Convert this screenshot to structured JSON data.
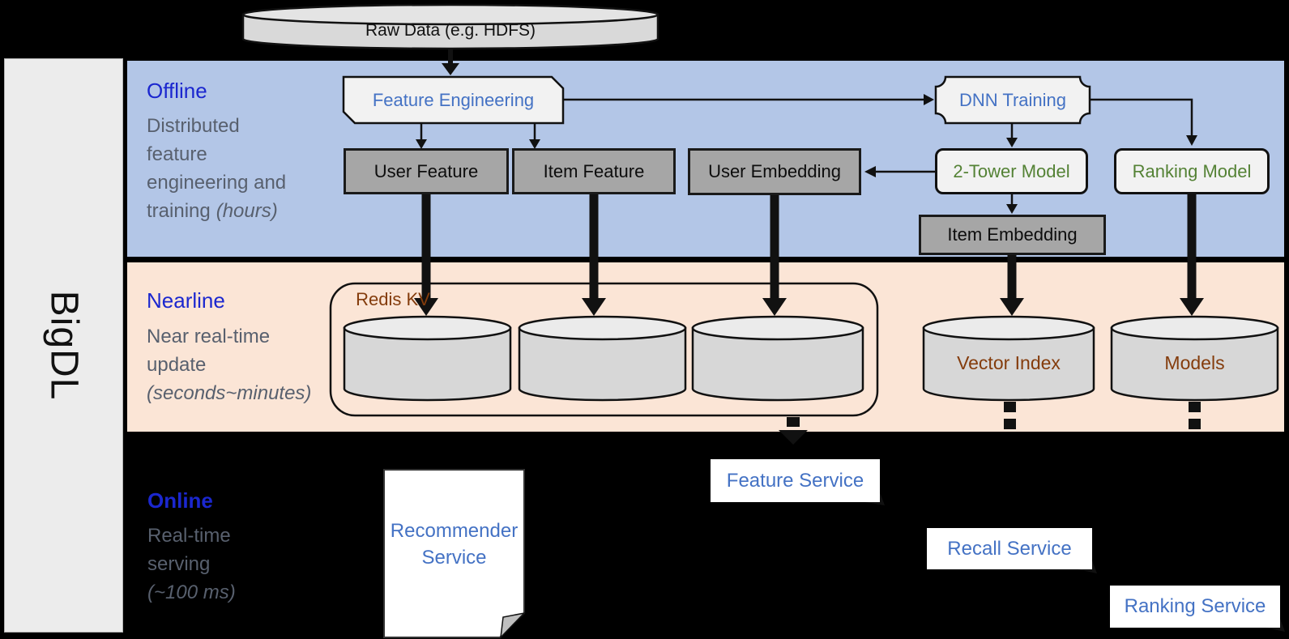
{
  "brand": "BigDL",
  "raw_data": "Raw Data (e.g. HDFS)",
  "sections": {
    "offline": {
      "title": "Offline",
      "lines": [
        "Distributed",
        "feature",
        "engineering and"
      ],
      "last": "training",
      "last_italic": "(hours)"
    },
    "nearline": {
      "title": "Nearline",
      "lines": [
        "Near real-time",
        "update"
      ],
      "last_italic": "(seconds~minutes)"
    },
    "online": {
      "title": "Online",
      "lines": [
        "Real-time",
        "serving"
      ],
      "last_italic": "(~100 ms)"
    }
  },
  "nodes": {
    "feature_engineering": "Feature Engineering",
    "dnn_training": "DNN Training",
    "user_feature": "User Feature",
    "item_feature": "Item Feature",
    "user_embedding": "User Embedding",
    "two_tower_model": "2-Tower Model",
    "ranking_model": "Ranking Model",
    "item_embedding": "Item Embedding",
    "redis_kv": "Redis KV",
    "vector_index": "Vector Index",
    "models": "Models",
    "recommender_service": "Recommender Service",
    "feature_service": "Feature Service",
    "recall_service": "Recall Service",
    "ranking_service": "Ranking Service"
  },
  "colors": {
    "offline_band": "#b3c6e7",
    "nearline_band": "#fbe5d6",
    "section_title_blue": "#1b27cf",
    "description_gray": "#58606e",
    "node_text_blue": "#4472c4",
    "node_text_green": "#548235",
    "node_text_brown": "#843c0c",
    "gray_box_fill": "#a6a6a6",
    "light_box_fill": "#f2f2f2",
    "cylinder_fill": "#d7d7d7"
  }
}
